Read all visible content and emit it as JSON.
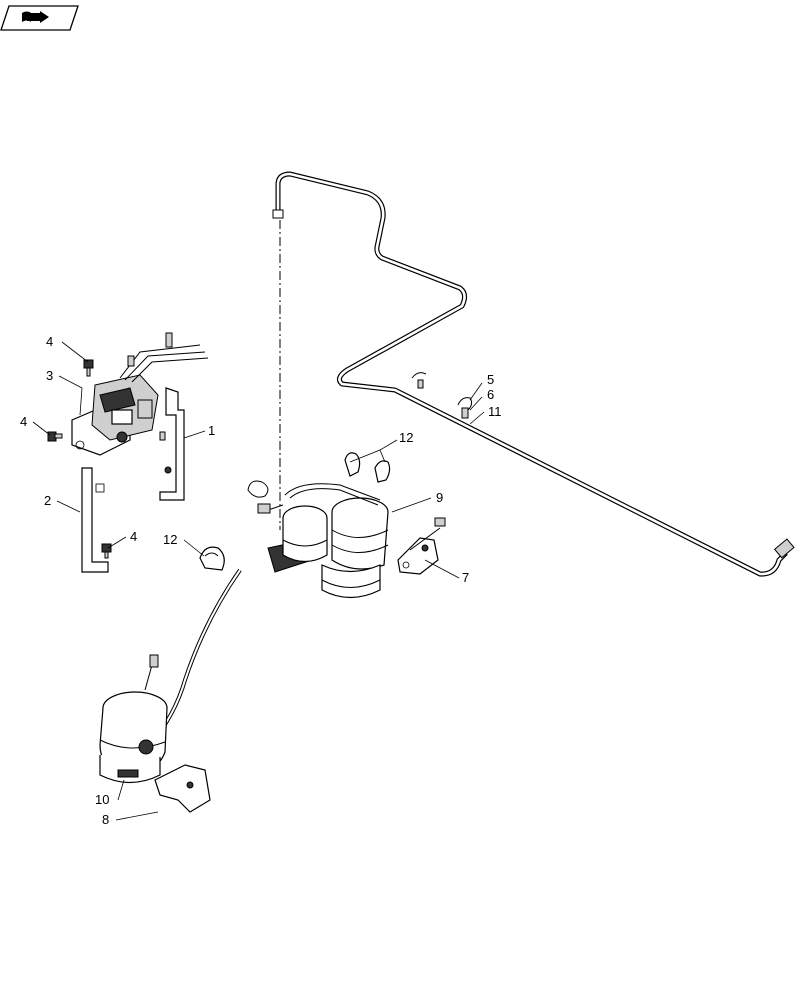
{
  "nav": {
    "icon": "book-arrow-icon"
  },
  "callouts": {
    "c1": "1",
    "c2": "2",
    "c3": "3",
    "c4a": "4",
    "c4b": "4",
    "c4c": "4",
    "c5": "5",
    "c6": "6",
    "c7": "7",
    "c8": "8",
    "c9": "9",
    "c10": "10",
    "c11": "11",
    "c12a": "12",
    "c12b": "12"
  }
}
